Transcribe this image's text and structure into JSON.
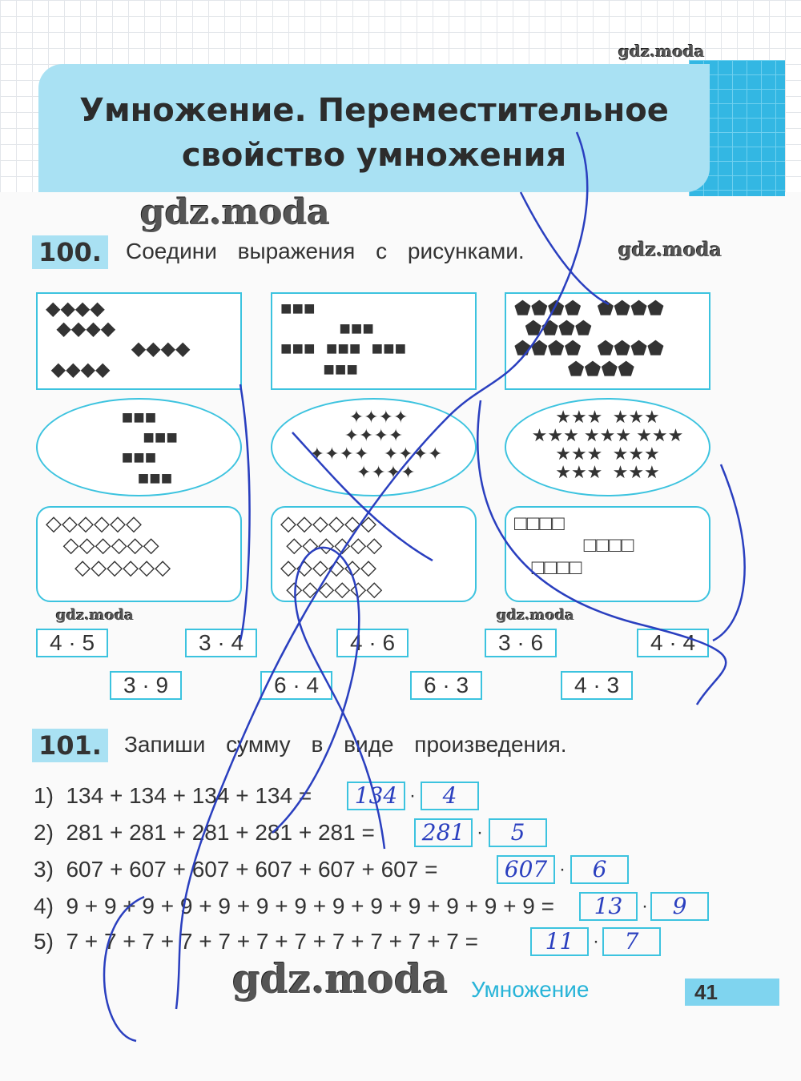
{
  "title": {
    "line1": "Умножение. Переместительное",
    "line2": "свойство умножения"
  },
  "task100": {
    "number": "100.",
    "text": "Соедини выражения с рисунками.",
    "cards": [
      {
        "rows": [
          "◆◆◆◆",
          "  ◆◆◆◆",
          "                ◆◆◆◆",
          " ◆◆◆◆"
        ]
      },
      {
        "rows": [
          "■■■",
          "           ■■■",
          "■■■  ■■■  ■■■",
          "        ■■■"
        ]
      },
      {
        "rows": [
          "⬟⬟⬟⬟   ⬟⬟⬟⬟",
          "  ⬟⬟⬟⬟",
          "⬟⬟⬟⬟   ⬟⬟⬟⬟",
          "          ⬟⬟⬟⬟"
        ]
      },
      {
        "rows": [
          "■■■",
          "        ■■■",
          "■■■",
          "      ■■■"
        ]
      },
      {
        "rows": [
          "  ✦✦✦✦",
          "✦✦✦✦",
          " ✦✦✦✦   ✦✦✦✦",
          "     ✦✦✦✦"
        ]
      },
      {
        "rows": [
          "★★★  ★★★",
          "★★★ ★★★ ★★★",
          "★★★  ★★★",
          "★★★  ★★★"
        ]
      },
      {
        "rows": [
          "◇◇◇◇◇◇",
          "   ◇◇◇◇◇◇",
          "     ◇◇◇◇◇◇"
        ]
      },
      {
        "rows": [
          "◇◇◇◇◇◇",
          " ◇◇◇◇◇◇",
          "◇◇◇◇◇◇",
          " ◇◇◇◇◇◇"
        ]
      },
      {
        "rows": [
          "□□□□",
          "            □□□□",
          "   □□□□"
        ]
      }
    ],
    "expressions": [
      "4 · 5",
      "3 · 4",
      "4 · 6",
      "3 · 6",
      "4 · 4",
      "3 · 9",
      "6 · 4",
      "6 · 3",
      "4 · 3"
    ]
  },
  "task101": {
    "number": "101.",
    "text": "Запиши сумму в виде произведения.",
    "lines": [
      {
        "expr": "1)  134 + 134 + 134 + 134 =",
        "a": "134",
        "b": "4"
      },
      {
        "expr": "2)  281 + 281 + 281 + 281 + 281 =",
        "a": "281",
        "b": "5"
      },
      {
        "expr": "3)  607 + 607 + 607 + 607 + 607 + 607 =",
        "a": "607",
        "b": "6"
      },
      {
        "expr": "4)  9 + 9 + 9 + 9 + 9 + 9 + 9 + 9 + 9 + 9 + 9 + 9 + 9 =",
        "a": "13",
        "b": "9"
      },
      {
        "expr": "5)  7 + 7 + 7 + 7 + 7 + 7 + 7 + 7 + 7 + 7 + 7 =",
        "a": "11",
        "b": "7"
      }
    ],
    "dot": "·"
  },
  "footer": {
    "section": "Умножение",
    "page": "41"
  },
  "watermark": "gdz.moda"
}
